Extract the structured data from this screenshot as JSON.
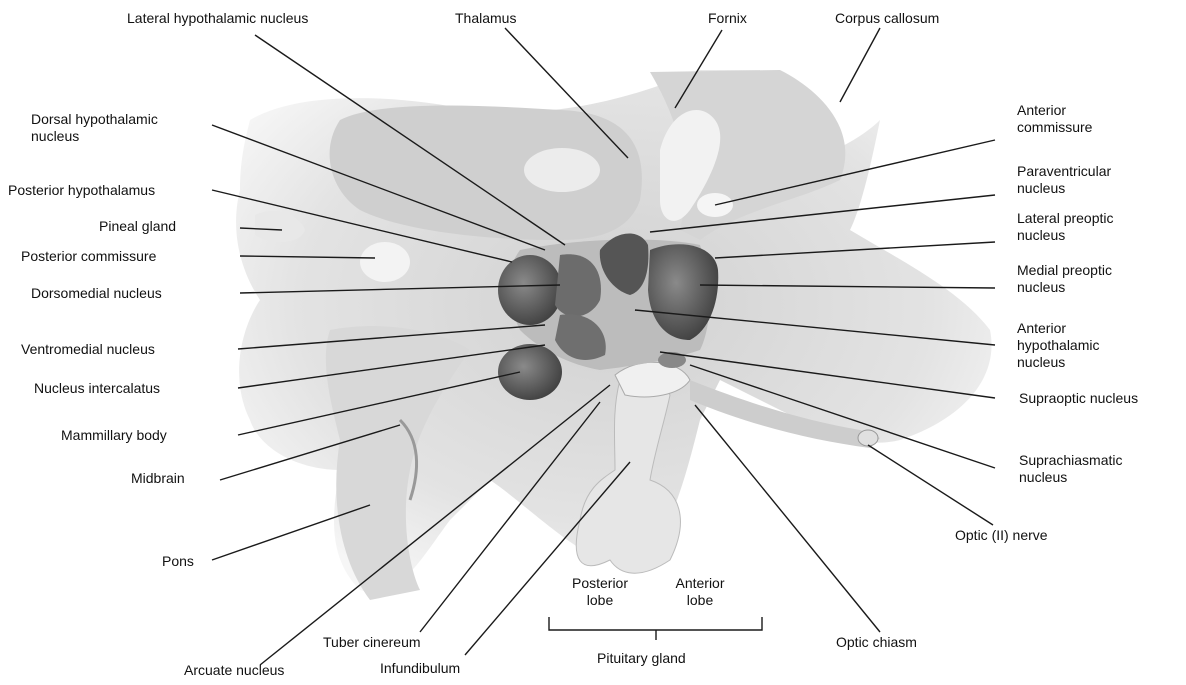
{
  "labels": {
    "lateral_hypothalamic": "Lateral hypothalamic nucleus",
    "thalamus": "Thalamus",
    "fornix": "Fornix",
    "corpus_callosum": "Corpus callosum",
    "dorsal_hypothalamic_1": "Dorsal hypothalamic",
    "dorsal_hypothalamic_2": "nucleus",
    "posterior_hypothalamus": "Posterior hypothalamus",
    "pineal_gland": "Pineal gland",
    "posterior_commissure": "Posterior commissure",
    "dorsomedial": "Dorsomedial nucleus",
    "ventromedial": "Ventromedial nucleus",
    "intercalatus": "Nucleus intercalatus",
    "mammillary": "Mammillary body",
    "midbrain": "Midbrain",
    "pons": "Pons",
    "arcuate": "Arcuate nucleus",
    "tuber_cinereum": "Tuber cinereum",
    "infundibulum": "Infundibulum",
    "posterior_lobe_1": "Posterior",
    "posterior_lobe_2": "lobe",
    "anterior_lobe_1": "Anterior",
    "anterior_lobe_2": "lobe",
    "pituitary": "Pituitary gland",
    "optic_chiasm": "Optic chiasm",
    "optic_nerve": "Optic (II) nerve",
    "suprachiasmatic_1": "Suprachiasmatic",
    "suprachiasmatic_2": "nucleus",
    "supraoptic": "Supraoptic nucleus",
    "anterior_hypothalamic_1": "Anterior",
    "anterior_hypothalamic_2": "hypothalamic",
    "anterior_hypothalamic_3": "nucleus",
    "medial_preoptic_1": "Medial preoptic",
    "medial_preoptic_2": "nucleus",
    "lateral_preoptic_1": "Lateral preoptic",
    "lateral_preoptic_2": "nucleus",
    "paraventricular_1": "Paraventricular",
    "paraventricular_2": "nucleus",
    "anterior_commissure_1": "Anterior",
    "anterior_commissure_2": "commissure"
  }
}
